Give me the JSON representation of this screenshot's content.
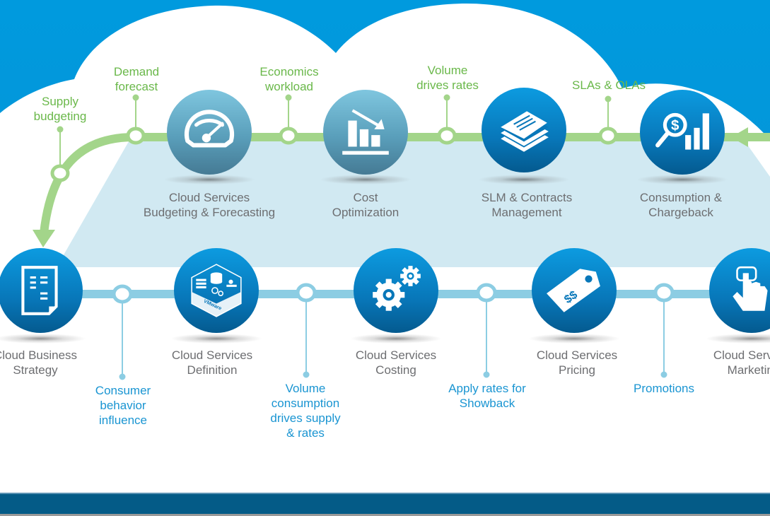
{
  "colors": {
    "sky": "#0098dc",
    "cloud": "#ffffff",
    "platform": "#d1e9f2",
    "green_track": "#a3d58a",
    "green_text": "#6ab84a",
    "blue_track": "#8ccde3",
    "blue_text": "#1a95d2",
    "gray_text": "#6d6e71",
    "footer_bar": "#045b87"
  },
  "top_row": {
    "annotations": [
      {
        "lines": [
          "Supply",
          "budgeting"
        ]
      },
      {
        "lines": [
          "Demand",
          "forecast"
        ]
      },
      {
        "lines": [
          "Economics",
          "workload"
        ]
      },
      {
        "lines": [
          "Volume",
          "drives rates"
        ]
      },
      {
        "lines": [
          "SLAs & OLAs"
        ]
      }
    ],
    "stages": [
      {
        "icon": "speedometer-icon",
        "lines": [
          "Cloud Services",
          "Budgeting & Forecasting"
        ],
        "style": "teal"
      },
      {
        "icon": "declining-bar-chart-icon",
        "lines": [
          "Cost",
          "Optimization"
        ],
        "style": "teal"
      },
      {
        "icon": "stacked-documents-icon",
        "lines": [
          "SLM & Contracts",
          "Management"
        ],
        "style": "blue"
      },
      {
        "icon": "magnifier-dollar-chart-icon",
        "lines": [
          "Consumption &",
          "Chargeback"
        ],
        "style": "blue"
      }
    ]
  },
  "bottom_row": {
    "annotations": [
      {
        "lines": [
          "Consumer",
          "behavior",
          "influence"
        ]
      },
      {
        "lines": [
          "Volume",
          "consumption",
          "drives supply",
          "& rates"
        ]
      },
      {
        "lines": [
          "Apply rates for",
          "Showback"
        ]
      },
      {
        "lines": [
          "Promotions"
        ]
      }
    ],
    "stages": [
      {
        "icon": "strategy-document-icon",
        "lines": [
          "Cloud Business",
          "Strategy"
        ],
        "style": "blue"
      },
      {
        "icon": "datacenter-stack-icon",
        "lines": [
          "Cloud Services",
          "Definition"
        ],
        "style": "blue"
      },
      {
        "icon": "gears-icon",
        "lines": [
          "Cloud Services",
          "Costing"
        ],
        "style": "blue"
      },
      {
        "icon": "price-tag-icon",
        "lines": [
          "Cloud Services",
          "Pricing"
        ],
        "style": "blue"
      },
      {
        "icon": "touch-hand-icon",
        "lines": [
          "Cloud Services",
          "Marketing"
        ],
        "style": "blue"
      }
    ],
    "stage_icon_text": {
      "price_tag": "$$",
      "datacenter": "VMware"
    }
  }
}
